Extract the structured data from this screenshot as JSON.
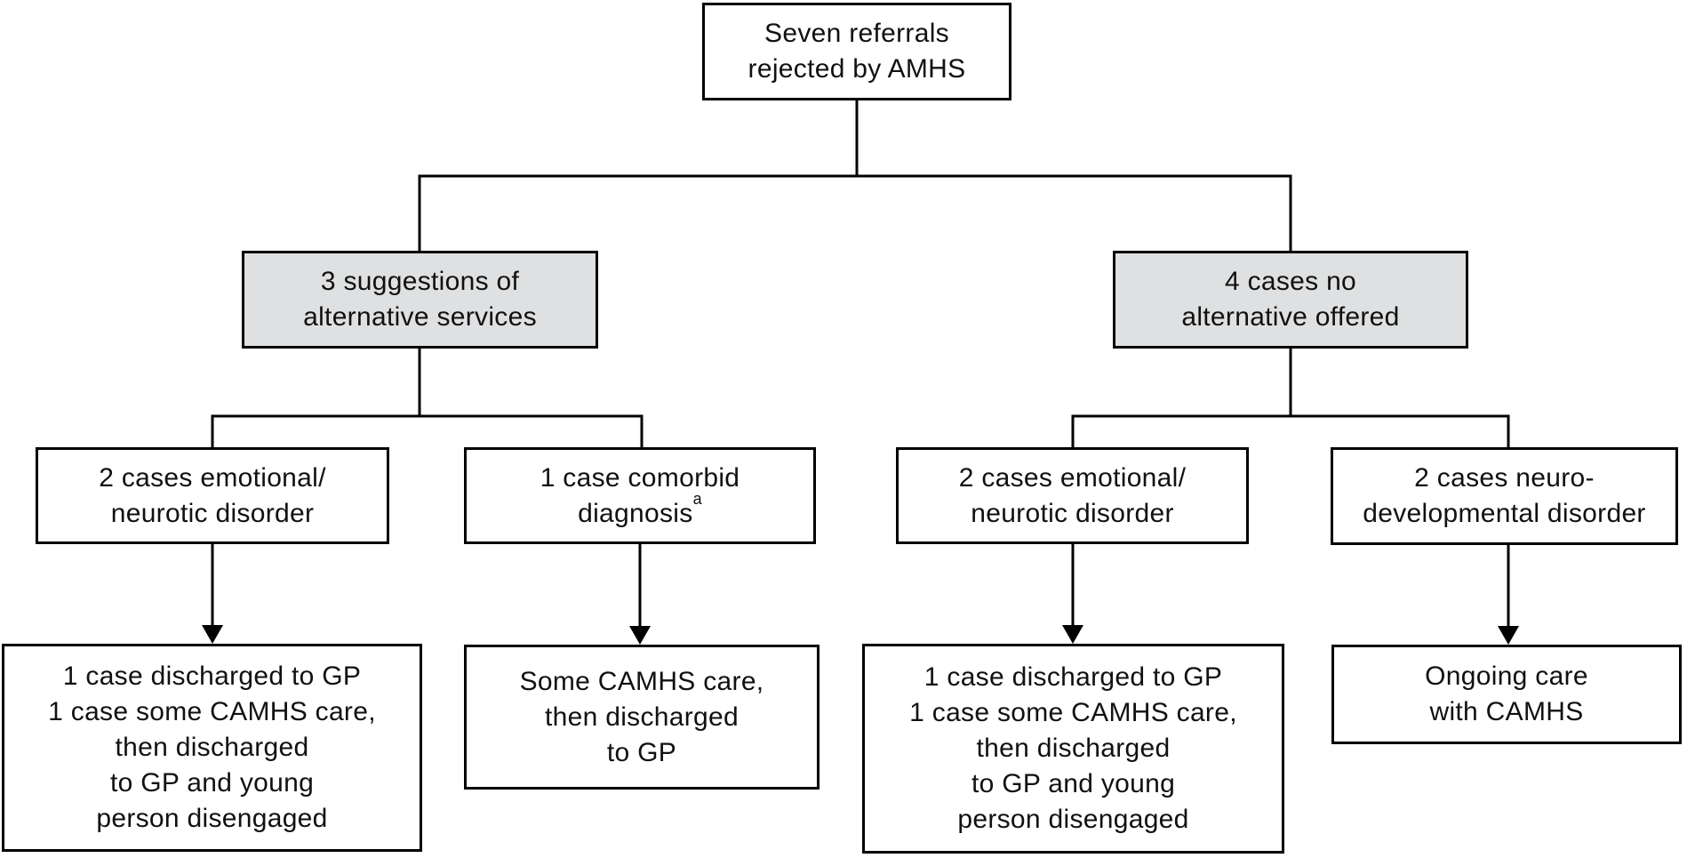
{
  "diagram": {
    "description": "Flowchart of seven referrals rejected by AMHS and their outcomes",
    "colors": {
      "background": "#ffffff",
      "box_border": "#000000",
      "box_fill_white": "#ffffff",
      "box_fill_gray": "#dfe0e1",
      "connector_line": "#000000",
      "text": "#111111"
    },
    "root": {
      "lines": [
        "Seven referrals",
        "rejected by AMHS"
      ]
    },
    "level2": [
      {
        "lines": [
          "3 suggestions of",
          "alternative services"
        ]
      },
      {
        "lines": [
          "4 cases no",
          "alternative offered"
        ]
      }
    ],
    "level3": [
      {
        "lines": [
          "2 cases emotional/",
          "neurotic disorder"
        ]
      },
      {
        "lines": [
          "1 case comorbid",
          "diagnosis"
        ],
        "superscript": "a"
      },
      {
        "lines": [
          "2 cases emotional/",
          "neurotic disorder"
        ]
      },
      {
        "lines": [
          "2 cases neuro-",
          "developmental disorder"
        ]
      }
    ],
    "level4": [
      {
        "lines": [
          "1 case discharged to GP",
          "1 case some CAMHS care,",
          "then discharged",
          "to GP and young",
          "person disengaged"
        ]
      },
      {
        "lines": [
          "Some CAMHS care,",
          "then discharged",
          "to GP"
        ]
      },
      {
        "lines": [
          "1 case discharged to GP",
          "1 case some CAMHS care,",
          "then discharged",
          "to GP and young",
          "person disengaged"
        ]
      },
      {
        "lines": [
          "Ongoing care",
          "with CAMHS"
        ]
      }
    ]
  }
}
